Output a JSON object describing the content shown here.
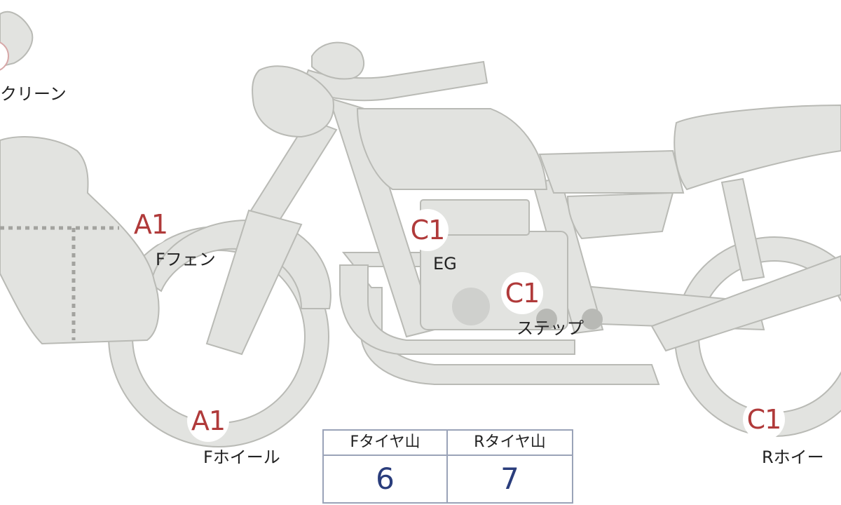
{
  "parts": [
    {
      "id": "screen",
      "label": "クリーン"
    },
    {
      "id": "front-fender",
      "label": "Fフェン",
      "grade": "A1"
    },
    {
      "id": "engine",
      "label": "EG",
      "grade": "C1"
    },
    {
      "id": "step",
      "label": "ステップ",
      "grade": "C1"
    },
    {
      "id": "front-wheel",
      "label": "Fホイール",
      "grade": "A1"
    },
    {
      "id": "rear-wheel",
      "label": "Rホイー",
      "grade": "C1"
    }
  ],
  "tire_table": {
    "front_header": "Fタイヤ山",
    "rear_header": "Rタイヤ山",
    "front_value": "6",
    "rear_value": "7"
  },
  "colors": {
    "body_fill": "#e2e3e0",
    "body_stroke": "#b9bab5",
    "grade_text": "#b03a3a",
    "value_text": "#2a3d7c",
    "table_border": "#9aa3b8"
  }
}
